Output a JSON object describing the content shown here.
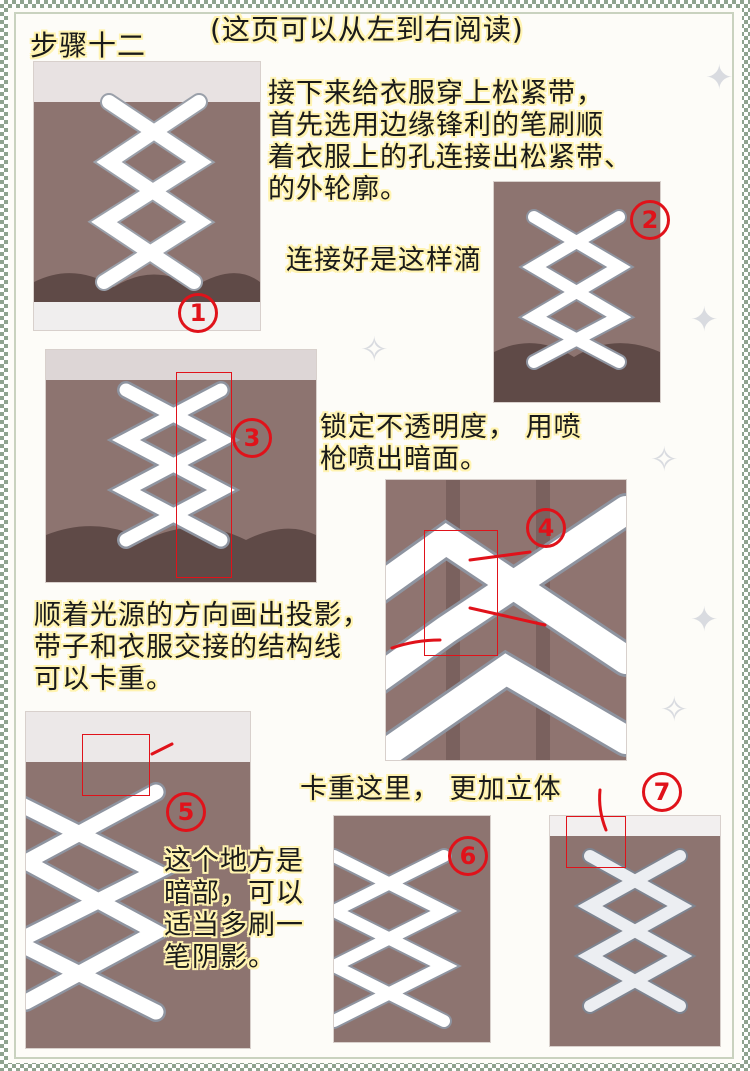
{
  "step_title": "步骤十二",
  "reading_hint": "(这页可以从左到右阅读)",
  "notes": {
    "intro": "接下来给衣服穿上松紧带，\n首先选用边缘锋利的笔刷顺\n着衣服上的孔连接出松紧带、\n的外轮廓。",
    "connected": "连接好是这样滴",
    "lock_opacity": "锁定不透明度， 用喷\n枪喷出暗面。",
    "shadow": "顺着光源的方向画出投影，\n带子和衣服交接的结构线\n可以卡重。",
    "dark_area": "这个地方是\n暗部，可以\n适当多刷一\n笔阴影。",
    "emphasize": "卡重这里， 更加立体"
  },
  "step_numbers": [
    "1",
    "2",
    "3",
    "4",
    "5",
    "6",
    "7"
  ],
  "colors": {
    "fabric": "#8b6f6a",
    "lace": "#f4f4f4",
    "annotation_red": "#e0121a",
    "text_highlight": "#fff3b0"
  }
}
